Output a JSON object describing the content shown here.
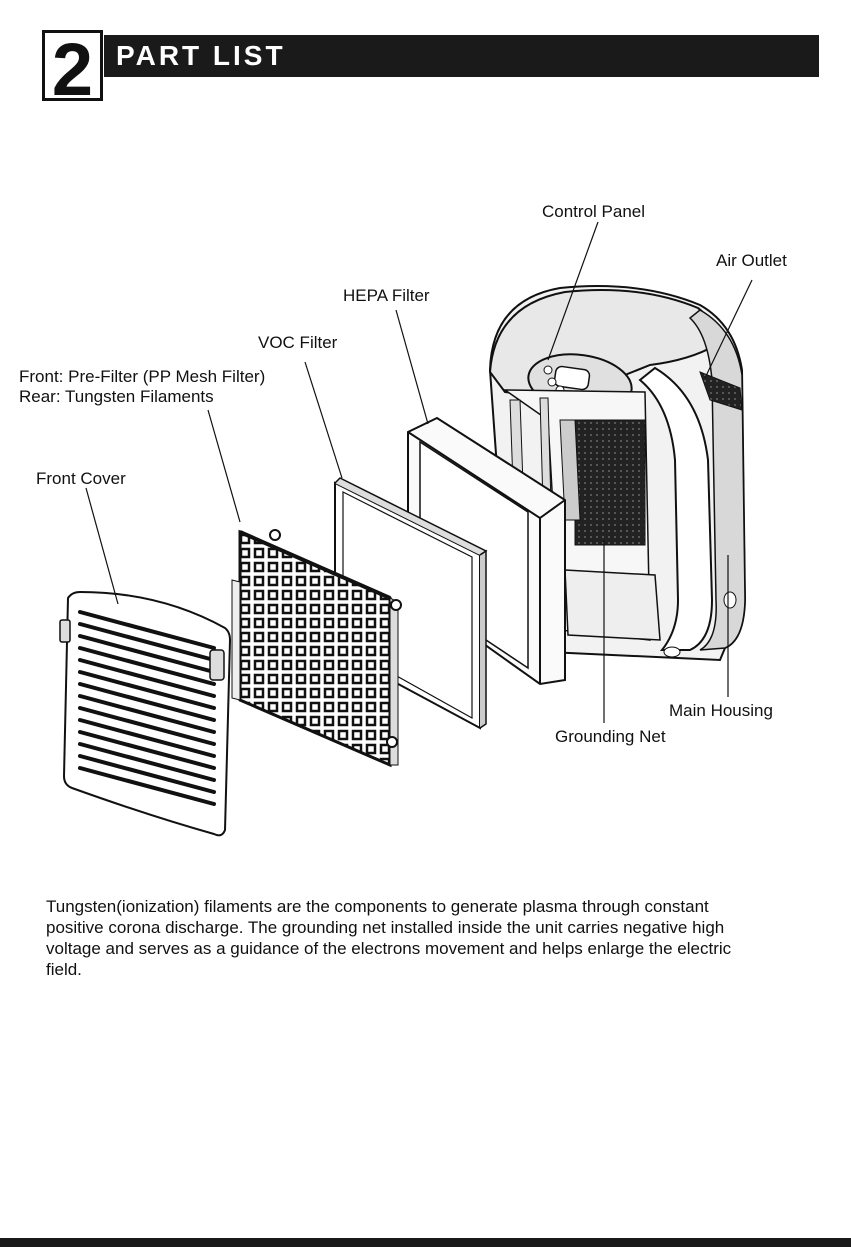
{
  "header": {
    "number": "2",
    "title": "PART LIST"
  },
  "labels": {
    "control_panel": "Control Panel",
    "air_outlet": "Air Outlet",
    "hepa_filter": "HEPA Filter",
    "voc_filter": "VOC Filter",
    "pre_filter_front": "Front: Pre-Filter (PP Mesh Filter)",
    "pre_filter_rear": "Rear: Tungsten Filaments",
    "front_cover": "Front Cover",
    "main_housing": "Main Housing",
    "grounding_net": "Grounding Net"
  },
  "description": "Tungsten(ionization) filaments are the components to generate plasma through constant positive corona discharge. The grounding net installed inside the unit carries negative high voltage and serves as a guidance of the electrons movement and helps enlarge the electric field."
}
